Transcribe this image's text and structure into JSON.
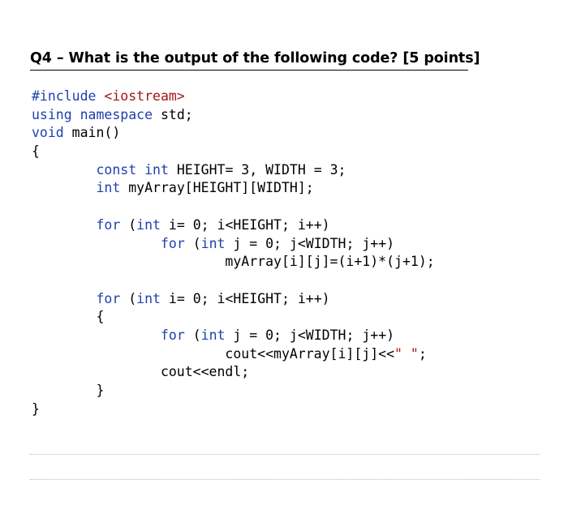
{
  "question": {
    "text": "Q4 – What is the output of the following code? [5 points]"
  },
  "code": {
    "lines": [
      [
        {
          "t": "#include ",
          "kw": true
        },
        {
          "t": "<iostream>",
          "str": true
        }
      ],
      [
        {
          "t": "using",
          "kw": true
        },
        {
          "t": " "
        },
        {
          "t": "namespace",
          "kw": true
        },
        {
          "t": " std;"
        }
      ],
      [
        {
          "t": "void",
          "kw": true
        },
        {
          "t": " main()"
        }
      ],
      [
        {
          "t": "{"
        }
      ],
      [
        {
          "t": "        "
        },
        {
          "t": "const",
          "kw": true
        },
        {
          "t": " "
        },
        {
          "t": "int",
          "kw": true
        },
        {
          "t": " HEIGHT= 3, WIDTH = 3;"
        }
      ],
      [
        {
          "t": "        "
        },
        {
          "t": "int",
          "kw": true
        },
        {
          "t": " myArray[HEIGHT][WIDTH];"
        }
      ],
      [
        {
          "t": ""
        }
      ],
      [
        {
          "t": "        "
        },
        {
          "t": "for",
          "kw": true
        },
        {
          "t": " ("
        },
        {
          "t": "int",
          "kw": true
        },
        {
          "t": " i= 0; i<HEIGHT; i++)"
        }
      ],
      [
        {
          "t": "                "
        },
        {
          "t": "for",
          "kw": true
        },
        {
          "t": " ("
        },
        {
          "t": "int",
          "kw": true
        },
        {
          "t": " j = 0; j<WIDTH; j++)"
        }
      ],
      [
        {
          "t": "                        myArray[i][j]=(i+1)*(j+1);"
        }
      ],
      [
        {
          "t": ""
        }
      ],
      [
        {
          "t": "        "
        },
        {
          "t": "for",
          "kw": true
        },
        {
          "t": " ("
        },
        {
          "t": "int",
          "kw": true
        },
        {
          "t": " i= 0; i<HEIGHT; i++)"
        }
      ],
      [
        {
          "t": "        {"
        }
      ],
      [
        {
          "t": "                "
        },
        {
          "t": "for",
          "kw": true
        },
        {
          "t": " ("
        },
        {
          "t": "int",
          "kw": true
        },
        {
          "t": " j = 0; j<WIDTH; j++)"
        }
      ],
      [
        {
          "t": "                        cout<<myArray[i][j]<<"
        },
        {
          "t": "\" \"",
          "str": true
        },
        {
          "t": ";"
        }
      ],
      [
        {
          "t": "                cout<<endl;"
        }
      ],
      [
        {
          "t": "        }"
        }
      ],
      [
        {
          "t": "}"
        }
      ]
    ]
  },
  "colors": {
    "keyword": "#1f3fb0",
    "string": "#a31515",
    "text": "#000000"
  }
}
